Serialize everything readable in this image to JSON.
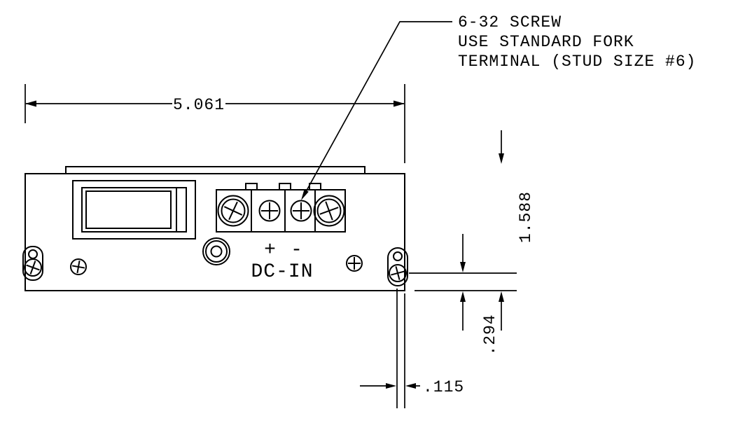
{
  "callout": {
    "line1": "6-32 SCREW",
    "line2": "USE STANDARD FORK",
    "line3": "TERMINAL (STUD SIZE #6)"
  },
  "dimensions": {
    "overall_width": "5.061",
    "panel_height": "1.588",
    "screw_to_bottom": ".294",
    "screw_to_edge": ".115"
  },
  "labels": {
    "positive": "+",
    "negative": "-",
    "connector": "DC-IN"
  },
  "colors": {
    "line": "#000000",
    "background": "#ffffff"
  }
}
